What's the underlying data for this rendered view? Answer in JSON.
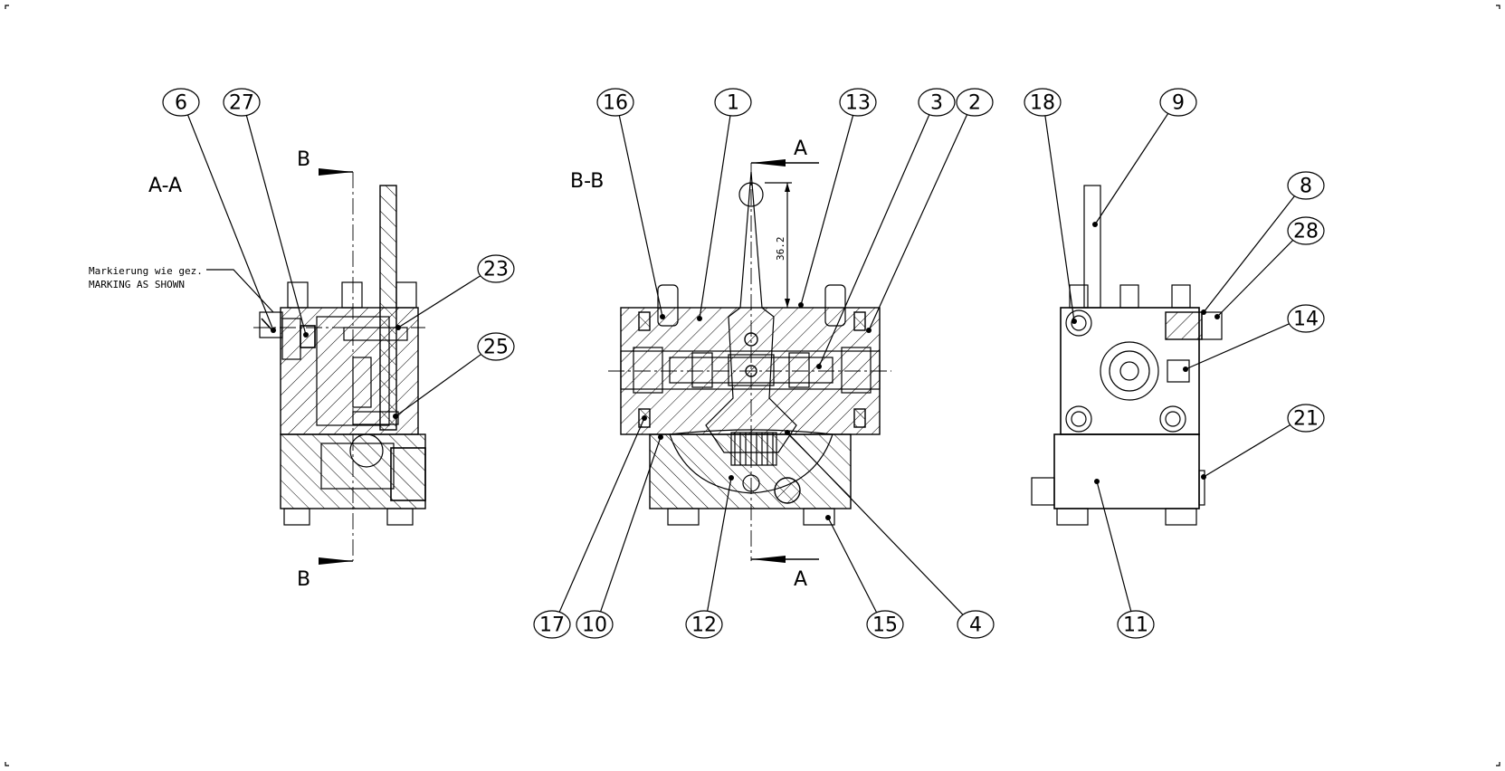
{
  "title": "Hydraulic valve assembly drawing",
  "section_labels": {
    "aa": "A-A",
    "bb": "B-B",
    "b_top": "B",
    "b_bottom": "B",
    "a_top": "A",
    "a_bottom": "A"
  },
  "dimension": "36.2",
  "note": {
    "de": "Markierung wie gez.",
    "en": "MARKING AS SHOWN"
  },
  "balloons": [
    "6",
    "27",
    "16",
    "1",
    "13",
    "3",
    "2",
    "18",
    "9",
    "8",
    "28",
    "14",
    "21",
    "23",
    "25",
    "17",
    "10",
    "12",
    "15",
    "4",
    "11"
  ]
}
